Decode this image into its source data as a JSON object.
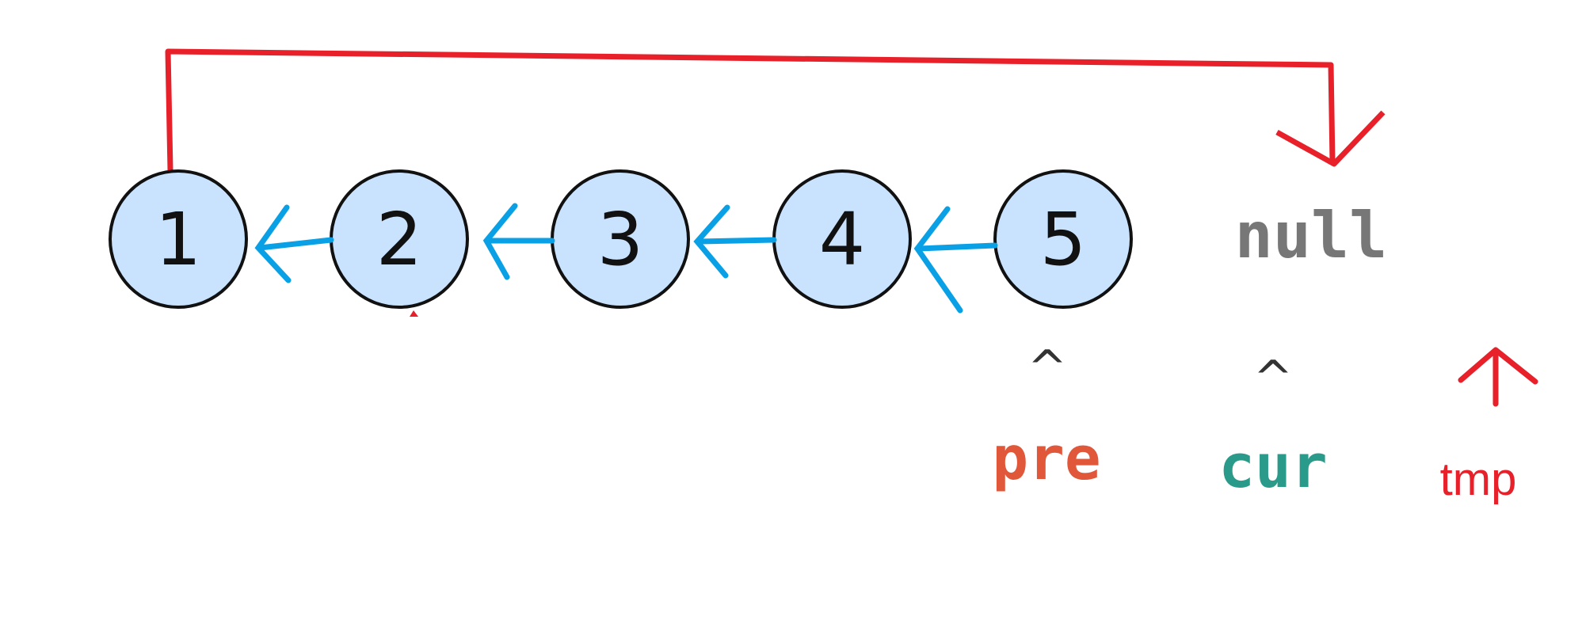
{
  "nodes": [
    {
      "label": "1"
    },
    {
      "label": "2"
    },
    {
      "label": "3"
    },
    {
      "label": "4"
    },
    {
      "label": "5"
    }
  ],
  "null_label": "null",
  "caret": "^",
  "pointers": {
    "pre": "pre",
    "cur": "cur",
    "tmp": "tmp"
  },
  "colors": {
    "node_fill": "#c9e3ff",
    "node_stroke": "#111111",
    "arrow_blue": "#0aa0e6",
    "arrow_red": "#e8202a",
    "pre_color": "#e0573a",
    "cur_color": "#2a9a8a",
    "tmp_color": "#e8202a",
    "null_color": "#777777"
  }
}
